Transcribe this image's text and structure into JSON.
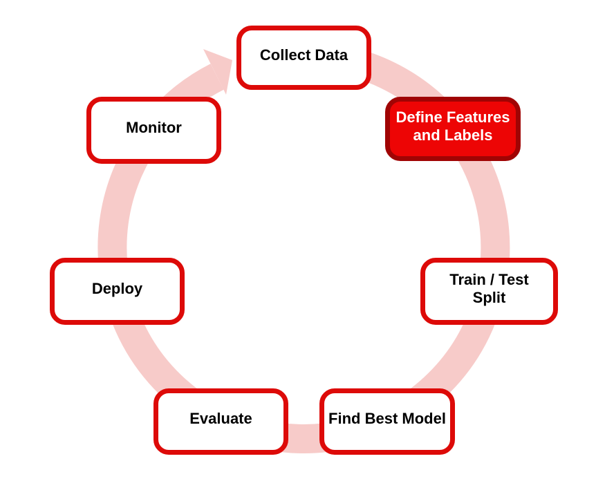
{
  "diagram": {
    "type": "cycle",
    "direction": "clockwise",
    "nodes": [
      {
        "label": "Collect Data",
        "highlighted": false
      },
      {
        "label": "Define Features\nand Labels",
        "highlighted": true
      },
      {
        "label": "Train / Test\nSplit",
        "highlighted": false
      },
      {
        "label": "Find Best Model",
        "highlighted": false
      },
      {
        "label": "Evaluate",
        "highlighted": false
      },
      {
        "label": "Deploy",
        "highlighted": false
      },
      {
        "label": "Monitor",
        "highlighted": false
      }
    ],
    "colors": {
      "ring": "#f7cbc9",
      "node_fill": "#ffffff",
      "node_border": "#dd0a08",
      "node_text": "#000000",
      "highlight_fill": "#ed0505",
      "highlight_border": "#a00404",
      "highlight_text": "#ffffff",
      "background": "#ffffff"
    }
  }
}
